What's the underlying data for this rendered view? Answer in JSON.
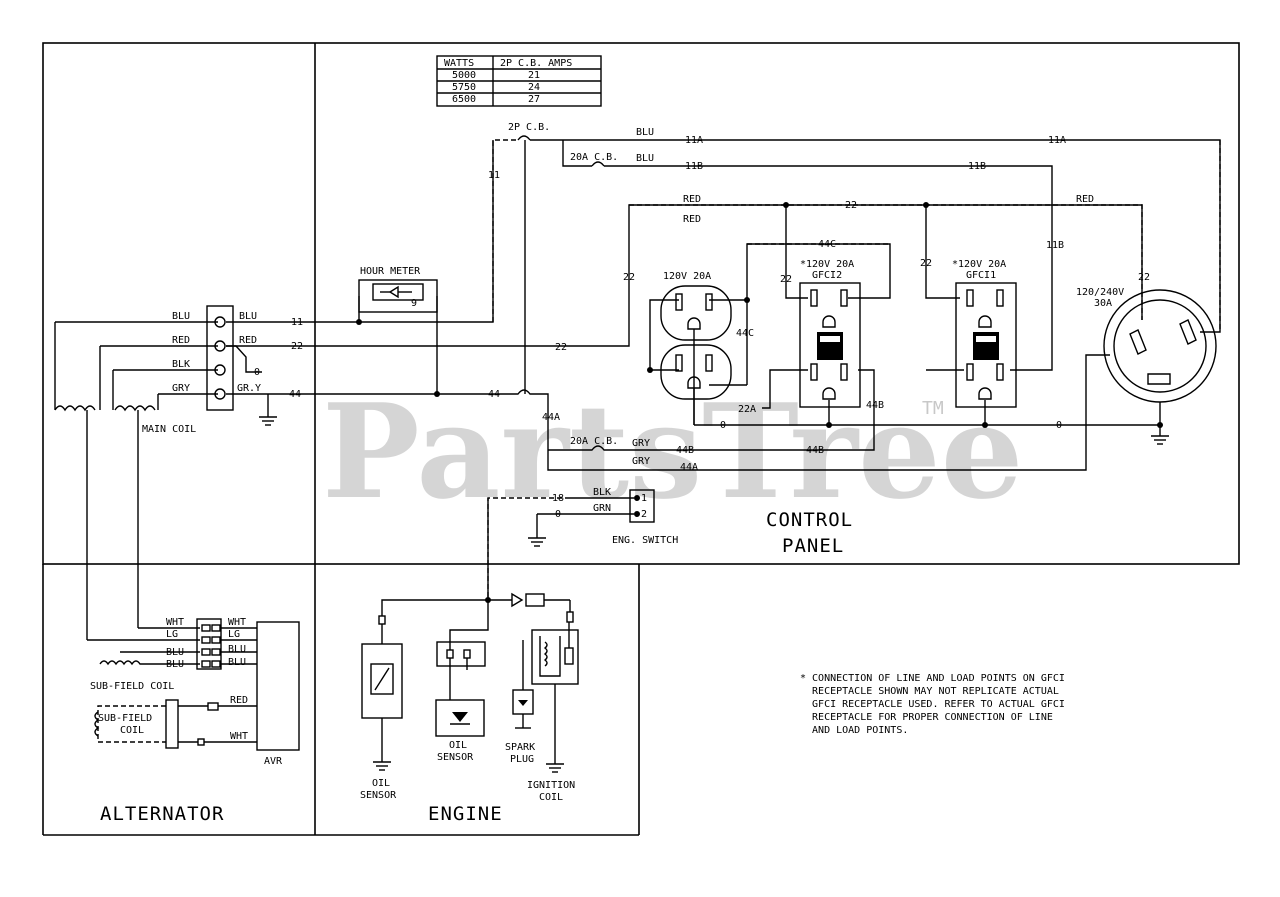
{
  "sections": {
    "alternator": "ALTERNATOR",
    "engine": "ENGINE",
    "control_panel_1": "CONTROL",
    "control_panel_2": "PANEL"
  },
  "watermark": {
    "text": "PartsTree",
    "tm": "TM"
  },
  "table": {
    "headers": [
      "WATTS",
      "2P C.B. AMPS"
    ],
    "rows": [
      [
        "5000",
        "21"
      ],
      [
        "5750",
        "24"
      ],
      [
        "6500",
        "27"
      ]
    ]
  },
  "labels": {
    "blu": "BLU",
    "red": "RED",
    "blk": "BLK",
    "gry": "GRY",
    "gry2": "GR.Y",
    "wht": "WHT",
    "lg": "LG",
    "grn": "GRN",
    "w11": "11",
    "w22": "22",
    "w44": "44",
    "w0": "0",
    "w11a": "11A",
    "w11b": "11B",
    "w44a": "44A",
    "w44b": "44B",
    "w44c": "44C",
    "w22a": "22A",
    "w18": "18",
    "main_coil": "MAIN COIL",
    "hour_meter": "HOUR METER",
    "hm_num": "9",
    "cb2p": "2P C.B.",
    "cb20a": "20A C.B.",
    "rec120": "120V 20A",
    "gfci2_rating": "*120V 20A",
    "gfci2": "GFCI2",
    "gfci1_rating": "*120V 20A",
    "gfci1": "GFCI1",
    "twist_1": "120/240V",
    "twist_2": "30A",
    "eng_switch": "ENG. SWITCH",
    "sw1": "1",
    "sw2": "2",
    "subfield_coil": "SUB-FIELD COIL",
    "subfield_1": "SUB-FIELD",
    "subfield_2": "COIL",
    "avr": "AVR",
    "oil_sensor_1": "OIL",
    "oil_sensor_2": "SENSOR",
    "spark_1": "SPARK",
    "spark_2": "PLUG",
    "ign_1": "IGNITION",
    "ign_2": "COIL"
  },
  "note": {
    "lines": [
      "* CONNECTION OF LINE AND LOAD POINTS ON GFCI",
      "  RECEPTACLE SHOWN MAY NOT REPLICATE ACTUAL",
      "  GFCI RECEPTACLE USED. REFER TO ACTUAL GFCI",
      "  RECEPTACLE FOR PROPER CONNECTION OF LINE",
      "  AND LOAD POINTS."
    ]
  }
}
